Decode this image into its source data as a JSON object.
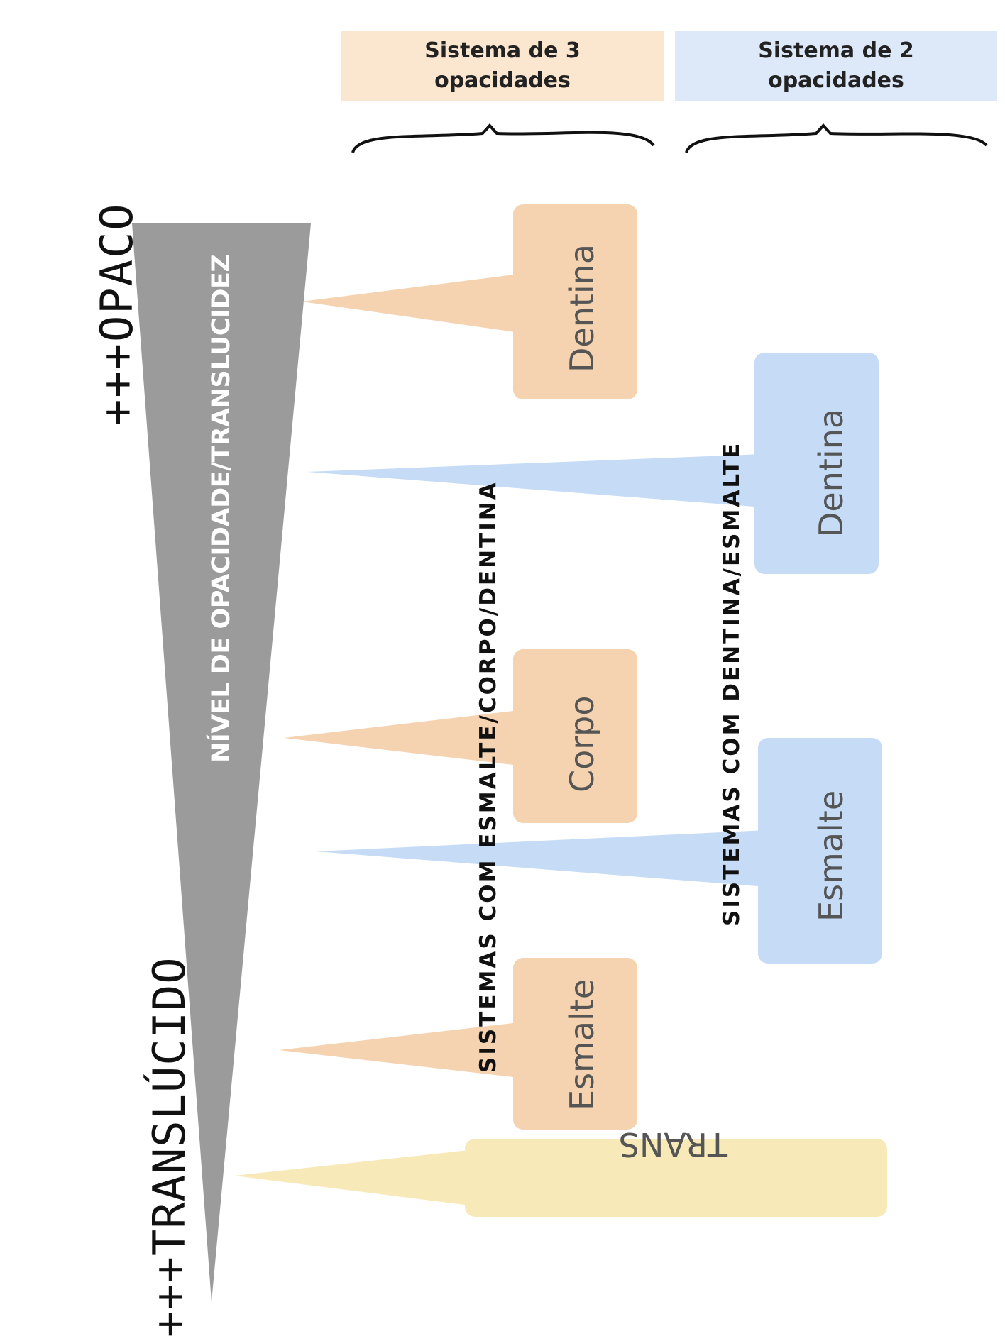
{
  "headers": {
    "three": {
      "line1": "Sistema de 3",
      "line2": "opacidades"
    },
    "two": {
      "line1": "Sistema de 2",
      "line2": "opacidades"
    }
  },
  "scale": {
    "opaque_label": "+++OPACO",
    "translucent_label": "+++TRANSLÚCIDO",
    "axis_label": "NÍVEL DE OPACIDADE/TRANSLUCIDEZ"
  },
  "systems": {
    "three_label": "SISTEMAS COM ESMALTE/CORPO/DENTINA",
    "two_label": "SISTEMAS COM DENTINA/ESMALTE"
  },
  "boxes": {
    "three": [
      "Dentina",
      "Corpo",
      "Esmalte"
    ],
    "two": [
      "Dentina",
      "Esmalte"
    ],
    "trans": "TRANS"
  },
  "colors": {
    "orange": "#f5d3b0",
    "blue": "#c6dcf6",
    "yellow": "#f8eab8",
    "header_orange": "#fbe6cf",
    "header_blue": "#dde9f8",
    "triangle": "#9b9b9b"
  }
}
